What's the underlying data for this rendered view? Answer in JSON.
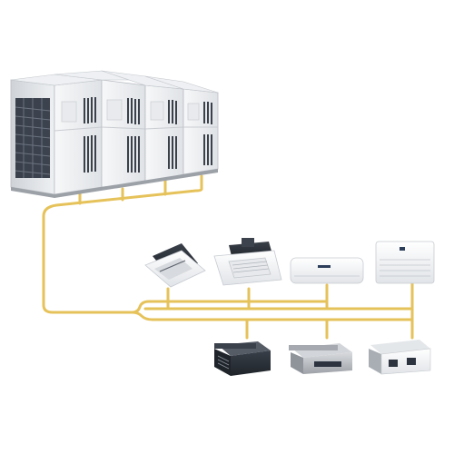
{
  "diagram": {
    "type": "vrf-air-conditioning-system",
    "colors": {
      "background": "#ffffff",
      "pipe": "#e6c25a",
      "unit_body": "#f2f3f5",
      "unit_shadow": "#c9ccd1",
      "coil": "#2d3440",
      "duct_dark": "#2a2f36",
      "duct_silver": "#b9bcc1"
    },
    "outdoor_unit": {
      "name": "outdoor-unit-modules",
      "module_count": 4
    },
    "indoor_units_upper": [
      {
        "name": "one-way-cassette-unit-icon"
      },
      {
        "name": "four-way-cassette-unit-icon"
      },
      {
        "name": "wall-mounted-split-unit-icon"
      },
      {
        "name": "ceiling-floor-unit-icon"
      }
    ],
    "indoor_units_lower": [
      {
        "name": "slim-duct-unit-icon"
      },
      {
        "name": "medium-static-duct-unit-icon"
      },
      {
        "name": "high-static-duct-unit-icon"
      }
    ]
  }
}
